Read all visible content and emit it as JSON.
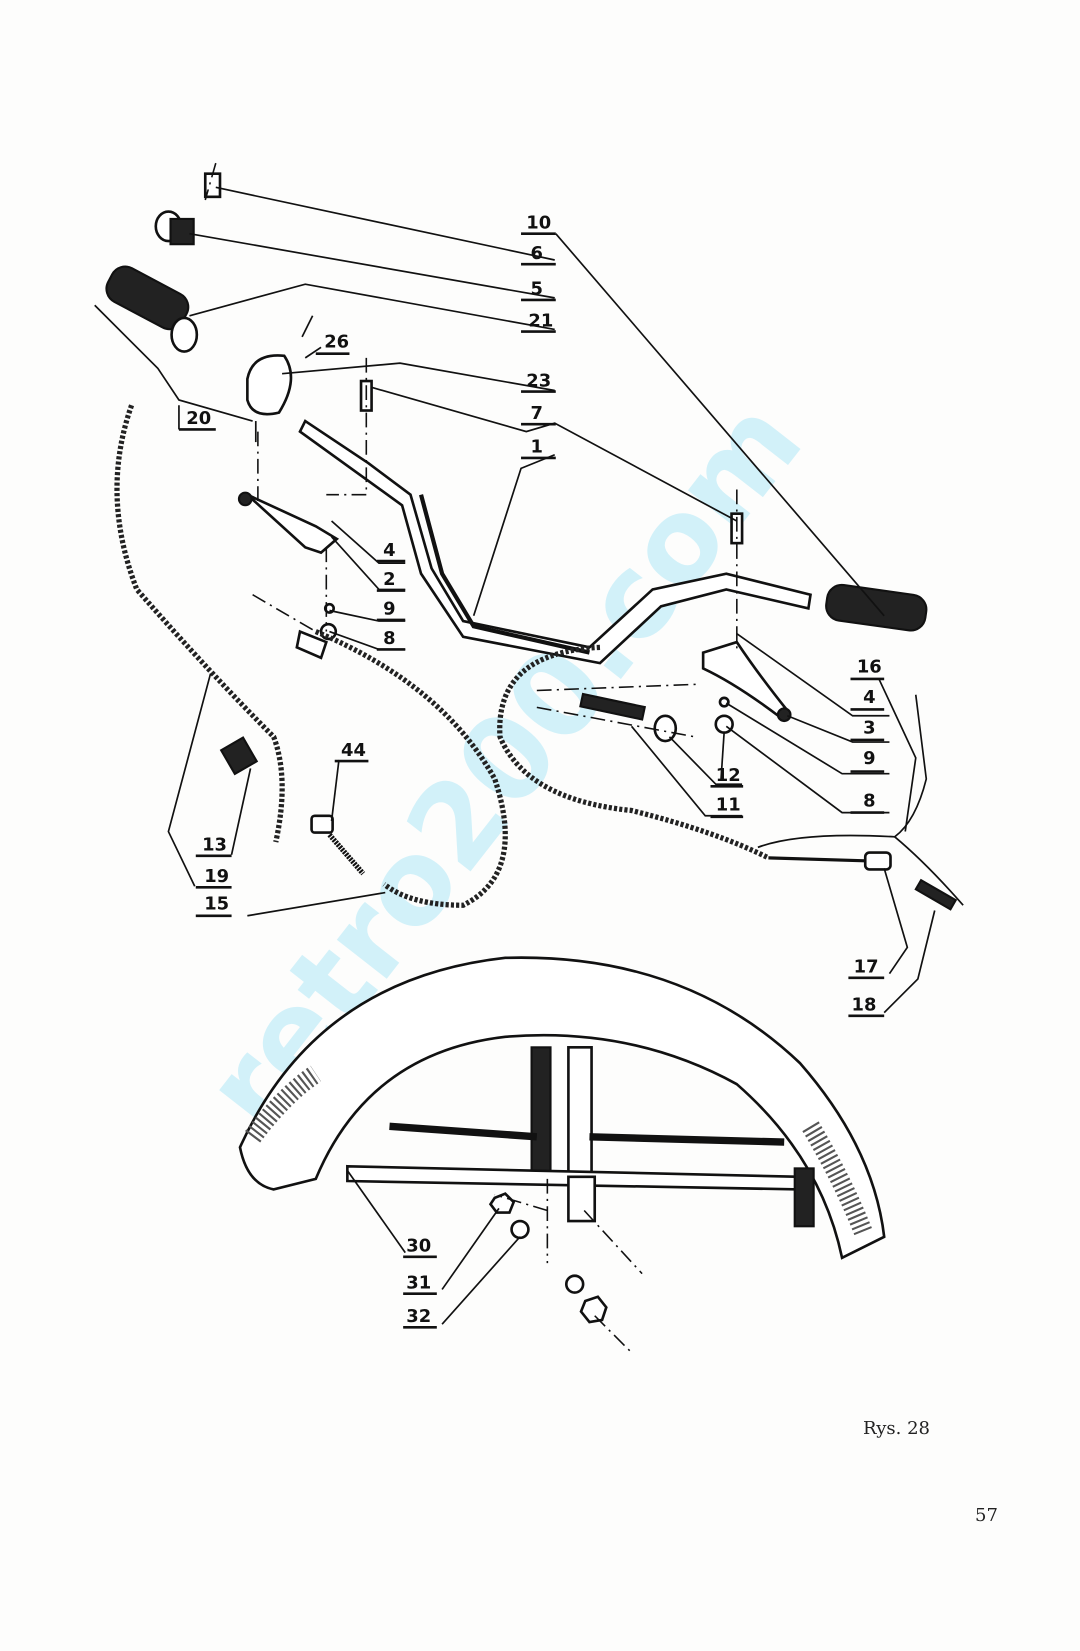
{
  "figure": {
    "caption": "Rys. 28",
    "page_number": "57",
    "watermark": "retro200.com",
    "part_labels": {
      "l10": "10",
      "l6": "6",
      "l5": "5",
      "l21": "21",
      "l26": "26",
      "l23": "23",
      "l7": "7",
      "l1": "1",
      "l20": "20",
      "l4a": "4",
      "l2": "2",
      "l9a": "9",
      "l8a": "8",
      "l16": "16",
      "l4b": "4",
      "l3": "3",
      "l9b": "9",
      "l8b": "8",
      "l12": "12",
      "l11": "11",
      "l44": "44",
      "l13": "13",
      "l19": "19",
      "l15": "15",
      "l17": "17",
      "l18": "18",
      "l30": "30",
      "l31": "31",
      "l32": "32"
    }
  }
}
